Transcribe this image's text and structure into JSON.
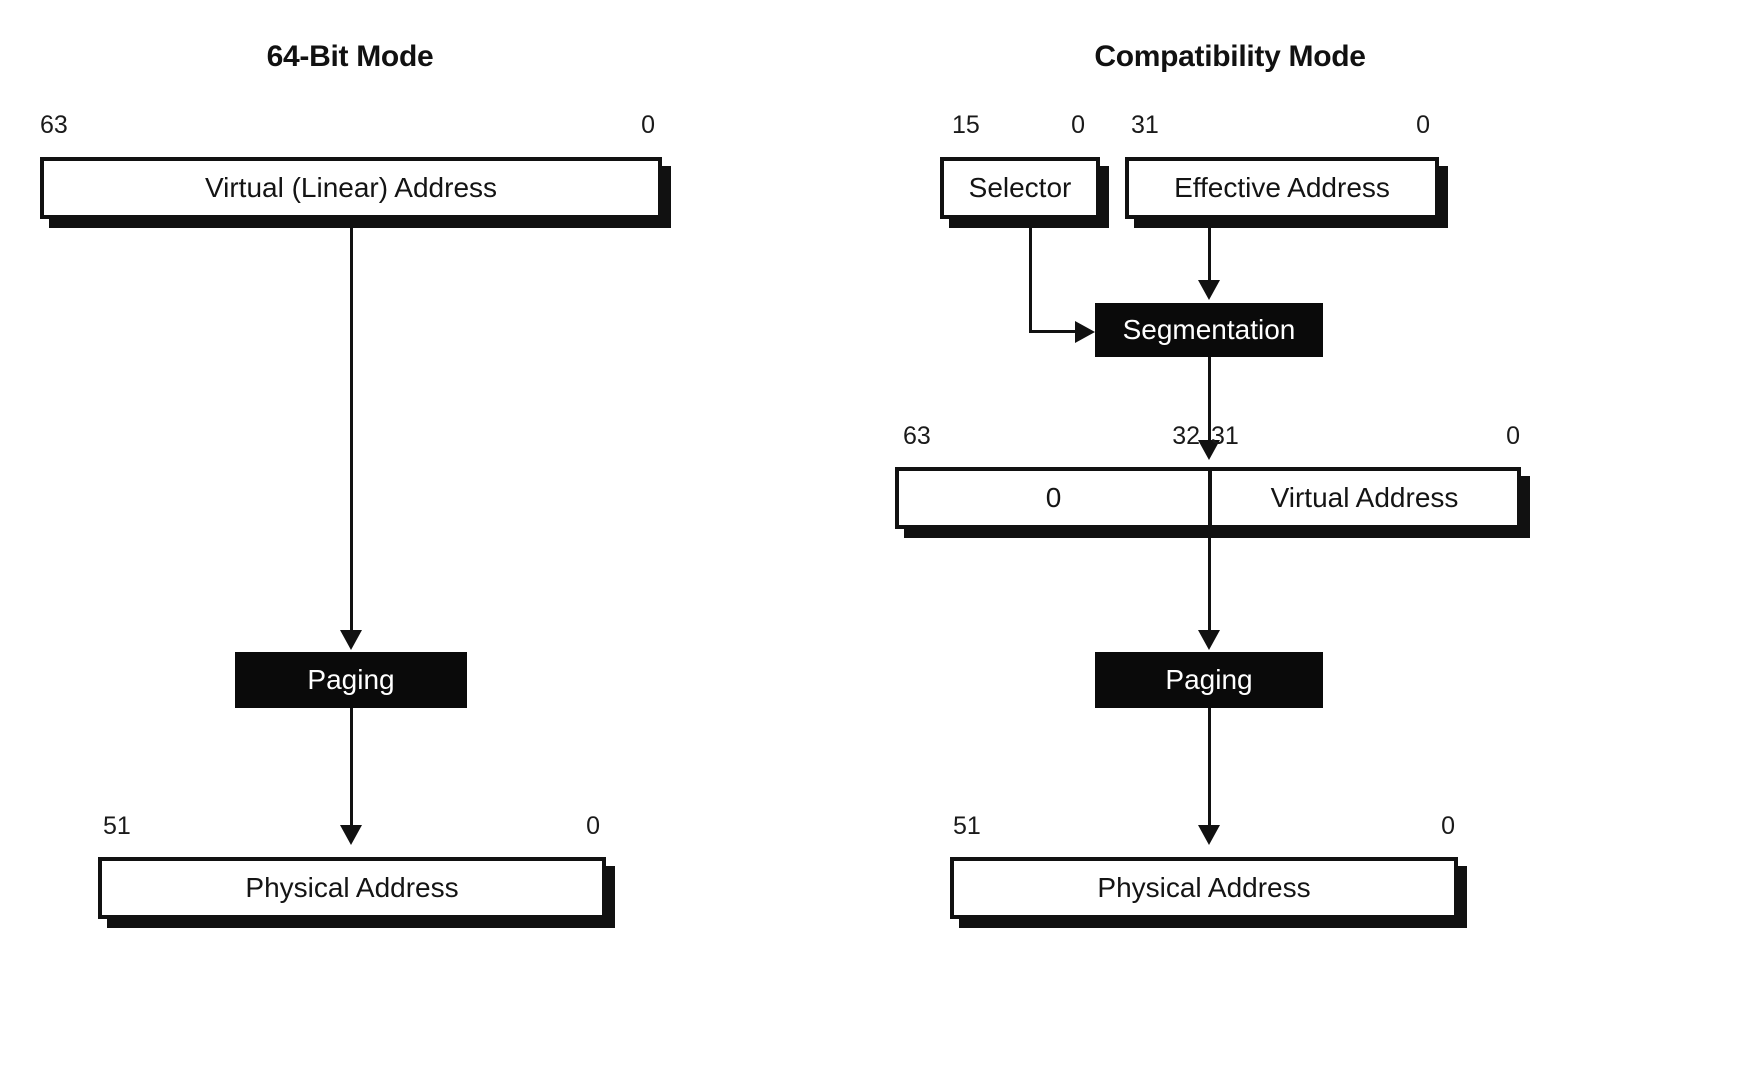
{
  "diagram": {
    "title_left": "64-Bit Mode",
    "title_right": "Compatibility Mode",
    "left_mode": {
      "virtual_address": {
        "label": "Virtual (Linear) Address",
        "bit_high": "63",
        "bit_low": "0"
      },
      "paging": {
        "label": "Paging"
      },
      "physical_address": {
        "label": "Physical Address",
        "bit_high": "51",
        "bit_low": "0"
      }
    },
    "right_mode": {
      "selector": {
        "label": "Selector",
        "bit_high": "15",
        "bit_low": "0"
      },
      "effective_address": {
        "label": "Effective Address",
        "bit_high": "31",
        "bit_low": "0"
      },
      "segmentation": {
        "label": "Segmentation"
      },
      "virtual_address": {
        "zero_label": "0",
        "address_label": "Virtual Address",
        "bit_high": "63",
        "bit_mid_high": "32",
        "bit_mid_low": "31",
        "bit_low": "0"
      },
      "paging": {
        "label": "Paging"
      },
      "physical_address": {
        "label": "Physical Address",
        "bit_high": "51",
        "bit_low": "0"
      }
    }
  }
}
